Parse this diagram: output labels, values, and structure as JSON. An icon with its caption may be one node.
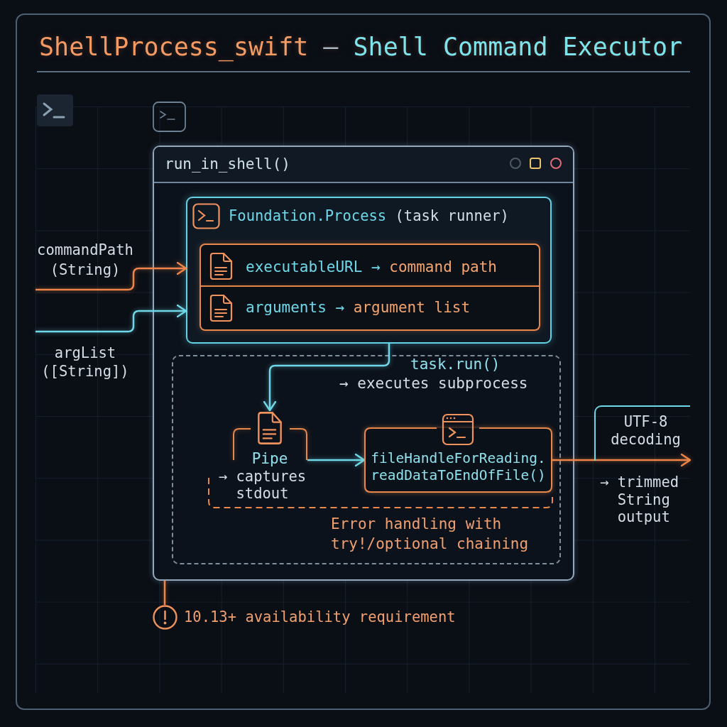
{
  "diagram": {
    "title": "ShellProcess_swift — Shell Command Executor",
    "nodes": [
      {
        "text": [
          "commandPath (String)"
        ]
      },
      {
        "text": [
          "argList ([String])"
        ]
      },
      {
        "text": [
          "run_in_shell()"
        ]
      },
      {
        "text": [
          "Foundation.Process",
          "(task runner)"
        ],
        "in": 2
      },
      {
        "text": [
          "executableURL →",
          "command path"
        ],
        "in": 3
      },
      {
        "text": [
          "arguments →",
          "argument list"
        ],
        "in": 3
      },
      {
        "text": [
          "task.run()",
          "→ executes subprocess"
        ],
        "in": 2
      },
      {
        "text": [
          "Pipe",
          "→ captures stdout"
        ],
        "in": 6
      },
      {
        "text": [
          "fileHandleForReading. readDataToEndOfFile()"
        ],
        "in": 6
      },
      {
        "text": [
          "10.13+ availability requirement"
        ]
      }
    ],
    "edges": [
      {
        "from": 0,
        "to": 3,
        "arrow": "to",
        "color": "#f0854a"
      },
      {
        "from": 1,
        "to": 3,
        "arrow": "to",
        "color": "#6fd8e8"
      },
      {
        "from": 3,
        "to": 7,
        "arrow": "to",
        "color": "#6fd8e8"
      },
      {
        "from": 7,
        "to": 8,
        "arrow": "to",
        "color": "#6fd8e8"
      },
      {
        "from": 8,
        "to": null,
        "arrow": "to",
        "color": "#f0854a"
      },
      {
        "from": 9,
        "to": 2,
        "arrow": "none",
        "color": "#f0854a"
      }
    ],
    "labels": [
      "UTF-8 decoding",
      "→ trimmed String output",
      "Error handling with try!/optional chaining"
    ]
  }
}
